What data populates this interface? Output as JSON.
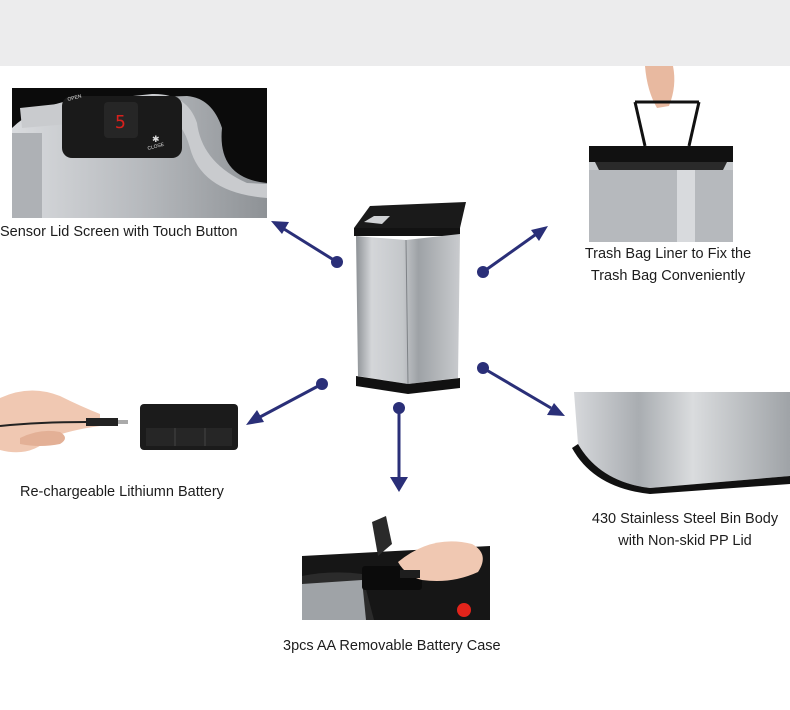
{
  "features": {
    "sensor_lid": {
      "caption": "Sensor Lid Screen with Touch Button",
      "panel_open": "OPEN",
      "panel_close": "CLOSE",
      "panel_display": "5"
    },
    "trash_bag_liner": {
      "caption_line1": "Trash Bag Liner to Fix the",
      "caption_line2": "Trash Bag Conveniently"
    },
    "battery": {
      "caption": "Re-chargeable Lithiumn Battery"
    },
    "bin_body": {
      "caption_line1": "430 Stainless Steel Bin Body",
      "caption_line2": "with Non-skid PP Lid"
    },
    "battery_case": {
      "caption": "3pcs AA Removable Battery Case"
    }
  },
  "colors": {
    "arrow": "#2a2f78",
    "top_band": "#ececed",
    "steel": "#b9bcc0",
    "trim": "#111111"
  }
}
